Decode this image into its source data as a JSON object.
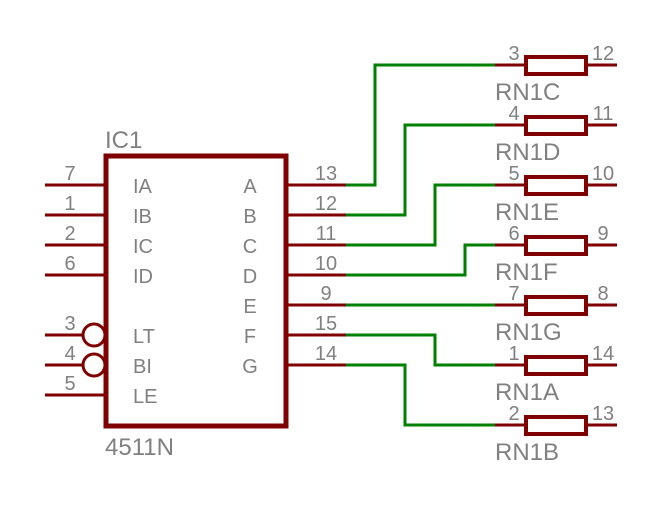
{
  "schematic": {
    "ic": {
      "name": "IC1",
      "value": "4511N",
      "left_pins": [
        {
          "pin": "7",
          "label": "IA",
          "inverted": false
        },
        {
          "pin": "1",
          "label": "IB",
          "inverted": false
        },
        {
          "pin": "2",
          "label": "IC",
          "inverted": false
        },
        {
          "pin": "6",
          "label": "ID",
          "inverted": false
        },
        {
          "pin": "3",
          "label": "LT",
          "inverted": true
        },
        {
          "pin": "4",
          "label": "BI",
          "inverted": true
        },
        {
          "pin": "5",
          "label": "LE",
          "inverted": false
        }
      ],
      "right_pins": [
        {
          "pin": "13",
          "label": "A"
        },
        {
          "pin": "12",
          "label": "B"
        },
        {
          "pin": "11",
          "label": "C"
        },
        {
          "pin": "10",
          "label": "D"
        },
        {
          "pin": "9",
          "label": "E"
        },
        {
          "pin": "15",
          "label": "F"
        },
        {
          "pin": "14",
          "label": "G"
        }
      ]
    },
    "resistors": [
      {
        "name": "RN1C",
        "pin_left": "3",
        "pin_right": "12"
      },
      {
        "name": "RN1D",
        "pin_left": "4",
        "pin_right": "11"
      },
      {
        "name": "RN1E",
        "pin_left": "5",
        "pin_right": "10"
      },
      {
        "name": "RN1F",
        "pin_left": "6",
        "pin_right": "9"
      },
      {
        "name": "RN1G",
        "pin_left": "7",
        "pin_right": "8"
      },
      {
        "name": "RN1A",
        "pin_left": "1",
        "pin_right": "14"
      },
      {
        "name": "RN1B",
        "pin_left": "2",
        "pin_right": "13"
      }
    ],
    "nets": [
      {
        "from": "IC1.A",
        "to": "RN1C.3"
      },
      {
        "from": "IC1.B",
        "to": "RN1D.4"
      },
      {
        "from": "IC1.C",
        "to": "RN1E.5"
      },
      {
        "from": "IC1.D",
        "to": "RN1F.6"
      },
      {
        "from": "IC1.E",
        "to": "RN1G.7"
      },
      {
        "from": "IC1.F",
        "to": "RN1A.1"
      },
      {
        "from": "IC1.G",
        "to": "RN1B.2"
      }
    ],
    "colors": {
      "symbol": "#7f0000",
      "wire": "#007f00",
      "text": "#808080"
    }
  }
}
